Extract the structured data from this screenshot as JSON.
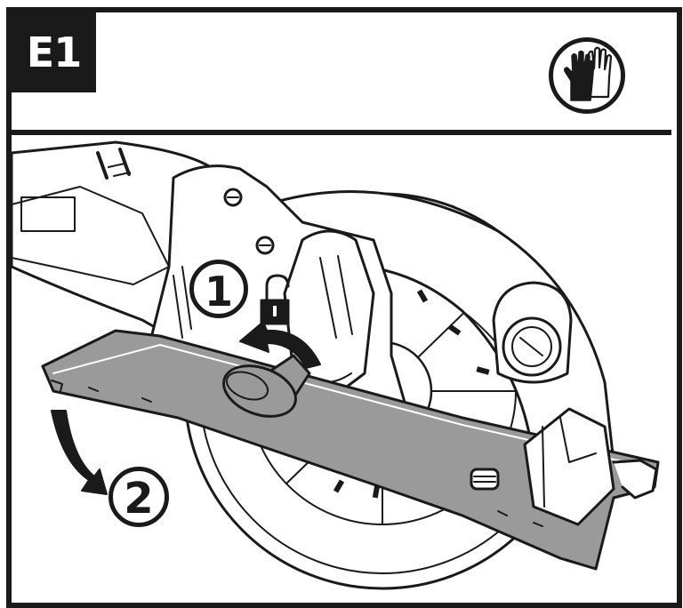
{
  "header": {
    "step_label": "E1",
    "safety_icon": "protective-gloves-icon"
  },
  "callouts": [
    {
      "number": "1",
      "meaning": "unlock-lever"
    },
    {
      "number": "2",
      "meaning": "tilt-base"
    }
  ],
  "icons": {
    "lock": "padlock-open-icon",
    "arrow_1": "curved-arrow-counterclockwise-icon",
    "arrow_2": "curved-arrow-down-icon"
  },
  "colors": {
    "ink": "#1a1a1a",
    "base_plate": "#9a9a9a",
    "tool_body": "#ffffff"
  }
}
